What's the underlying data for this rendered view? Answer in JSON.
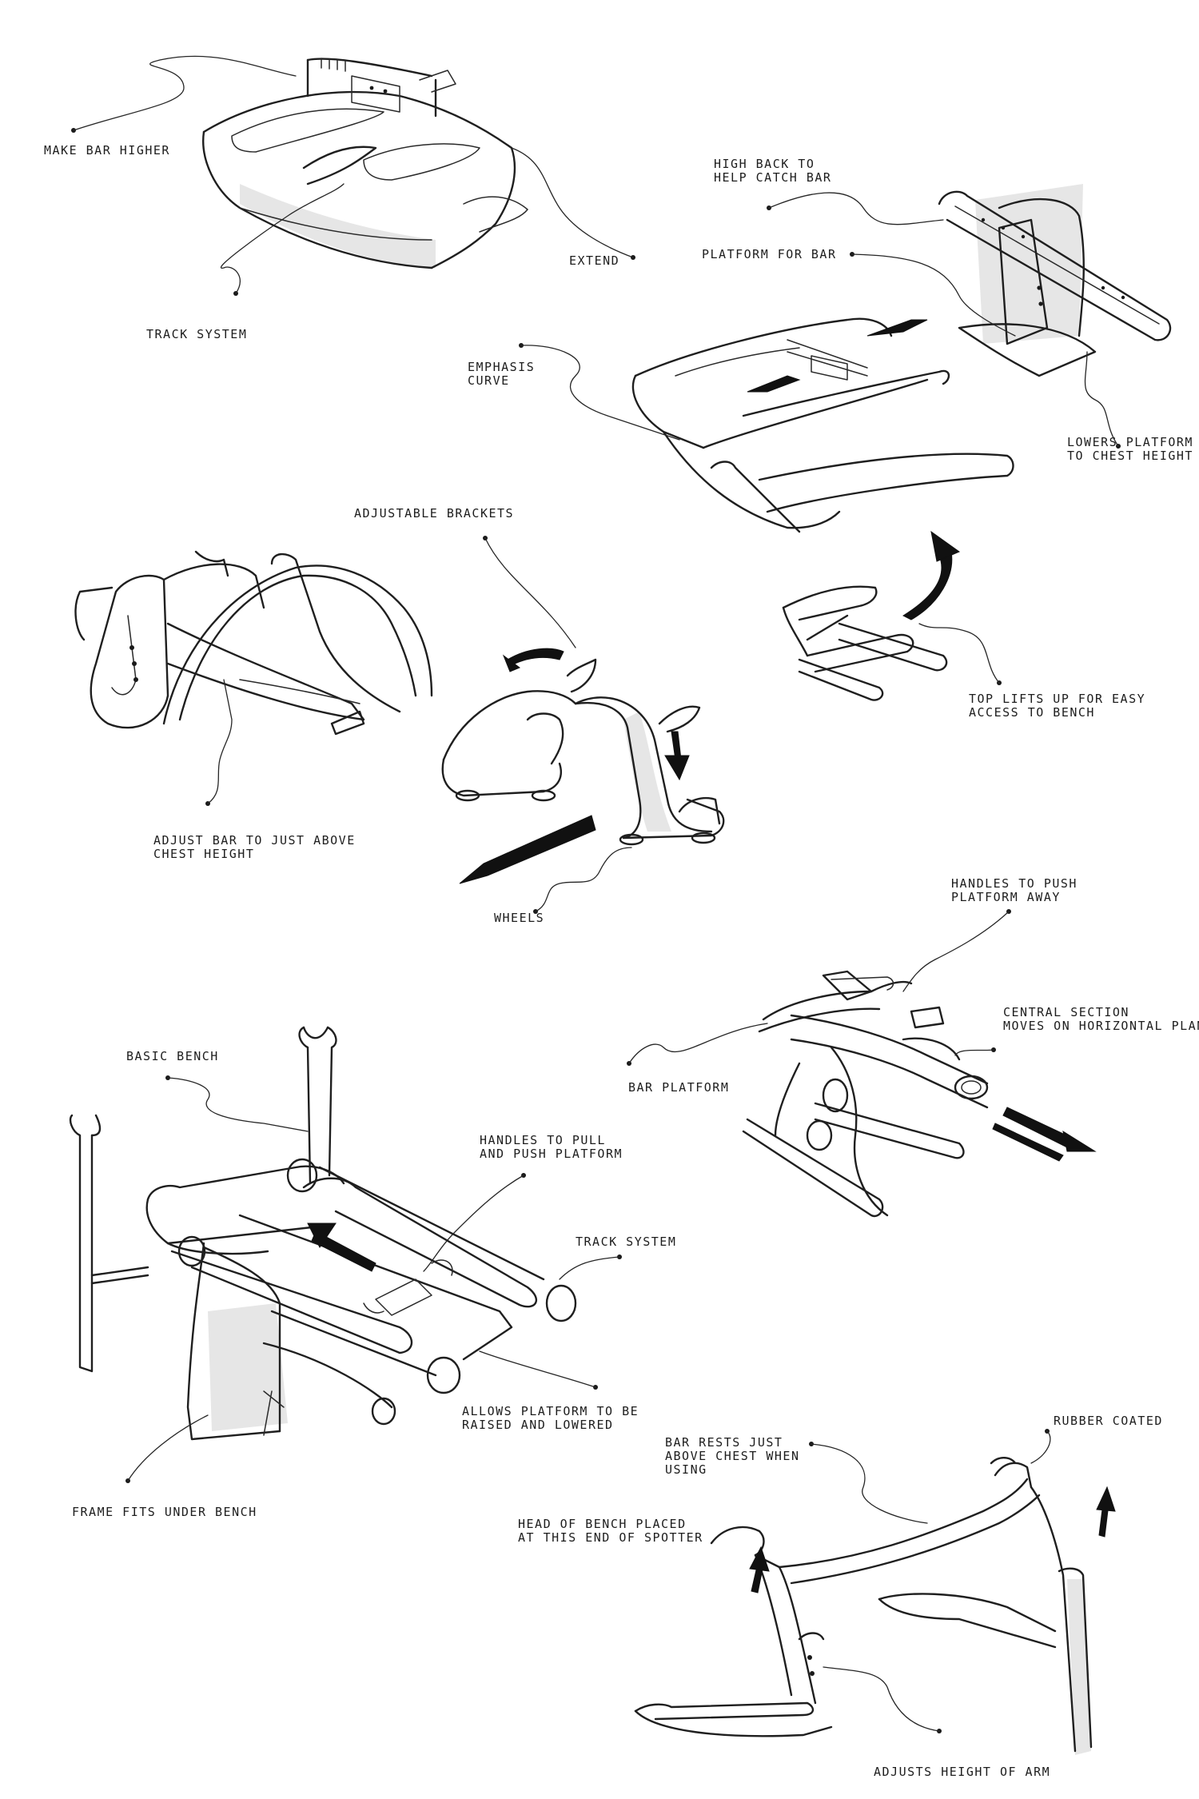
{
  "annotations": {
    "make_bar_higher": "MAKE BAR HIGHER",
    "track_system_1": "TRACK SYSTEM",
    "extend": "EXTEND",
    "high_back": "HIGH BACK TO\nHELP CATCH BAR",
    "platform_for_bar": "PLATFORM FOR BAR",
    "emphasis_curve": "EMPHASIS\nCURVE",
    "lowers_platform": "LOWERS PLATFORM\nTO CHEST HEIGHT",
    "adjustable_brackets": "ADJUSTABLE BRACKETS",
    "top_lifts": "TOP LIFTS UP FOR EASY\nACCESS TO BENCH",
    "adjust_bar": "ADJUST BAR TO JUST ABOVE\nCHEST HEIGHT",
    "wheels": "WHEELS",
    "handles_push": "HANDLES TO PUSH\nPLATFORM AWAY",
    "central_section": "CENTRAL SECTION\nMOVES ON HORIZONTAL PLANE",
    "bar_platform": "BAR PLATFORM",
    "basic_bench": "BASIC BENCH",
    "handles_pull_push": "HANDLES TO PULL\nAND PUSH PLATFORM",
    "track_system_2": "TRACK SYSTEM",
    "allows_platform": "ALLOWS PLATFORM TO BE\nRAISED AND LOWERED",
    "frame_fits": "FRAME FITS UNDER BENCH",
    "bar_rests": "BAR RESTS JUST\nABOVE CHEST WHEN\nUSING",
    "rubber_coated": "RUBBER COATED",
    "head_of_bench": "HEAD OF BENCH PLACED\nAT THIS END OF SPOTTER",
    "adjusts_height": "ADJUSTS HEIGHT OF ARM"
  },
  "colors": {
    "ink": "#1f1f1f",
    "paper": "#ffffff",
    "shade": "#e6e6e6"
  }
}
